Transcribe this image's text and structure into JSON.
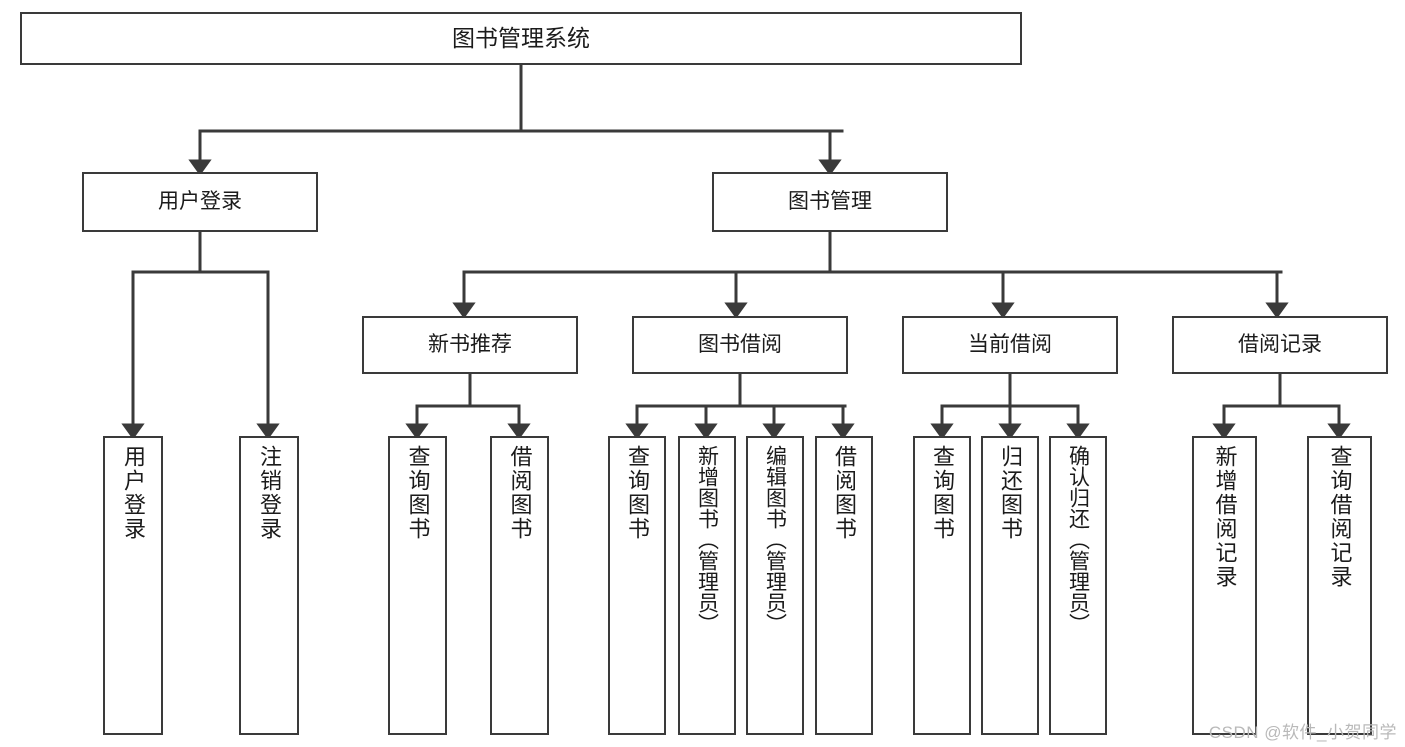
{
  "diagram": {
    "title_text": "图书管理系统",
    "type": "tree-hierarchy-chart",
    "line_color": "#3a3a3a",
    "box_fill": "#ffffff",
    "text_color": "#1b1b1b"
  },
  "nodes": {
    "root": {
      "label": "图书管理系统"
    },
    "level1": [
      {
        "label": "用户登录"
      },
      {
        "label": "图书管理"
      }
    ],
    "level2": [
      {
        "label": "新书推荐"
      },
      {
        "label": "图书借阅"
      },
      {
        "label": "当前借阅"
      },
      {
        "label": "借阅记录"
      }
    ],
    "leaves": {
      "user_login": [
        {
          "label": "用户登录"
        },
        {
          "label": "注销登录"
        }
      ],
      "new_book": [
        {
          "label": "查询图书"
        },
        {
          "label": "借阅图书"
        }
      ],
      "book_borrow": [
        {
          "label": "查询图书"
        },
        {
          "label": "新增图书（管理员）"
        },
        {
          "label": "编辑图书（管理员）"
        },
        {
          "label": "借阅图书"
        }
      ],
      "current_borrow": [
        {
          "label": "查询图书"
        },
        {
          "label": "归还图书"
        },
        {
          "label": "确认归还（管理员）"
        }
      ],
      "borrow_record": [
        {
          "label": "新增借阅记录"
        },
        {
          "label": "查询借阅记录"
        }
      ]
    }
  },
  "watermark": {
    "text": "CSDN @软件_小贺同学"
  }
}
